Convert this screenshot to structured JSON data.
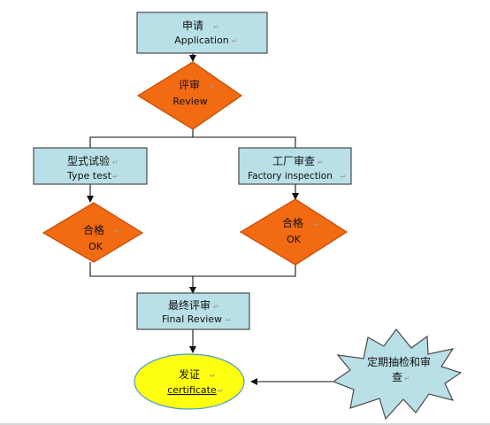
{
  "colors": {
    "box_fill": "#b8e0e6",
    "box_stroke": "#4a4a4a",
    "decision_fill": "#f26a11",
    "decision_stroke": "#c24d05",
    "terminal_fill": "#ffff10",
    "terminal_stroke": "#4a9ad0",
    "star_fill": "#b8e0e6",
    "line": "#111111"
  },
  "nodes": {
    "application": {
      "label_cn": "申请",
      "label_en": "Application"
    },
    "review": {
      "label_cn": "评审",
      "label_en": "Review"
    },
    "type_test": {
      "label_cn": "型式试验",
      "label_en": "Type test"
    },
    "factory_inspection": {
      "label_cn": "工厂审查",
      "label_en": "Factory inspection"
    },
    "type_test_pass": {
      "label_cn": "合格",
      "label_en": "OK"
    },
    "factory_pass": {
      "label_cn": "合格",
      "label_en": "OK"
    },
    "final_review": {
      "label_cn": "最终评审",
      "label_en": "Final Review"
    },
    "certificate": {
      "label_cn": "发证",
      "label_en": "certificate"
    },
    "surveillance": {
      "label_line1": "定期抽检和审",
      "label_line2": "查"
    }
  },
  "paragraph_mark": "↵"
}
